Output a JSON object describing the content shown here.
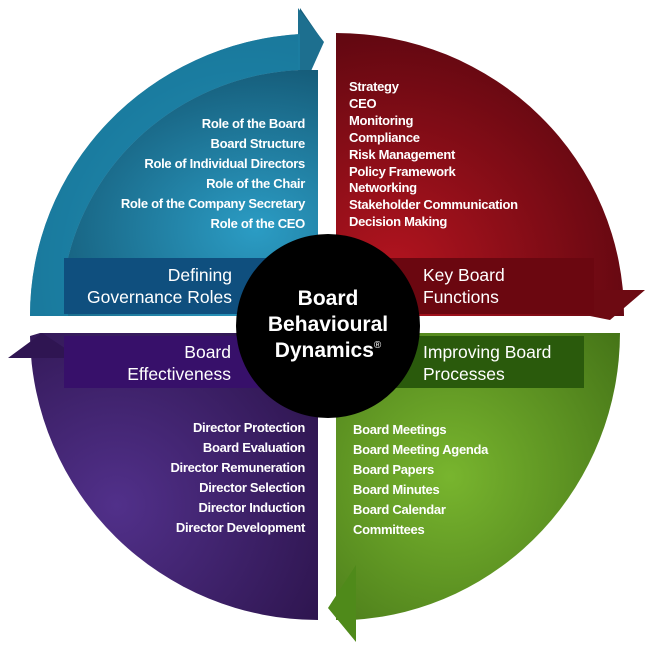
{
  "center": {
    "line1": "Board",
    "line2": "Behavioural",
    "line3": "Dynamics",
    "mark": "®"
  },
  "colors": {
    "blue": "#1a7fa3",
    "red": "#9a0f1a",
    "purple": "#3f1f6e",
    "green": "#5f9a22",
    "center": "#000000"
  },
  "quadrants": {
    "governance": {
      "title_line1": "Defining",
      "title_line2": "Governance Roles",
      "items": [
        "Role of the Board",
        "Board Structure",
        "Role of Individual Directors",
        "Role of the Chair",
        "Role of the Company Secretary",
        "Role of the CEO"
      ]
    },
    "functions": {
      "title_line1": "Key Board",
      "title_line2": "Functions",
      "items": [
        "Strategy",
        "CEO",
        "Monitoring",
        "Compliance",
        "Risk Management",
        "Policy Framework",
        "Networking",
        "Stakeholder Communication",
        "Decision Making"
      ]
    },
    "processes": {
      "title_line1": "Improving Board",
      "title_line2": "Processes",
      "items": [
        "Board Meetings",
        "Board Meeting Agenda",
        "Board Papers",
        "Board Minutes",
        "Board Calendar",
        "Committees"
      ]
    },
    "effectiveness": {
      "title_line1": "Board",
      "title_line2": "Effectiveness",
      "items": [
        "Director Protection",
        "Board Evaluation",
        "Director Remuneration",
        "Director Selection",
        "Director Induction",
        "Director Development"
      ]
    }
  }
}
